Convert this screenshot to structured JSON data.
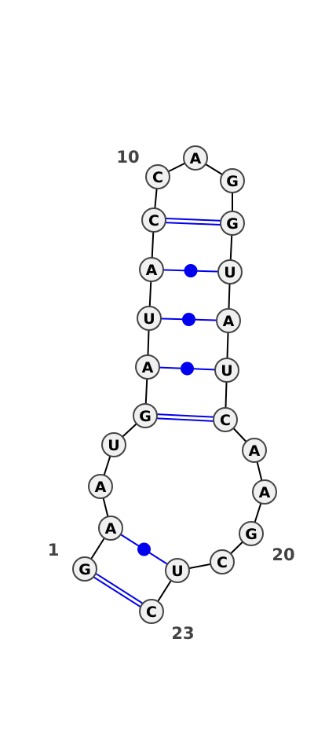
{
  "diagram": {
    "type": "rna-secondary-structure",
    "sequence": [
      "G",
      "A",
      "A",
      "U",
      "G",
      "A",
      "U",
      "A",
      "C",
      "C",
      "A",
      "G",
      "G",
      "U",
      "A",
      "U",
      "C",
      "A",
      "A",
      "G",
      "C",
      "U",
      "C"
    ],
    "position_labels": [
      {
        "text": "1",
        "index": 1
      },
      {
        "text": "10",
        "index": 10
      },
      {
        "text": "20",
        "index": 20
      },
      {
        "text": "23",
        "index": 23
      }
    ],
    "pairs": [
      {
        "i": 1,
        "j": 23,
        "type": "canonical"
      },
      {
        "i": 2,
        "j": 22,
        "type": "noncanonical"
      },
      {
        "i": 5,
        "j": 17,
        "type": "canonical"
      },
      {
        "i": 6,
        "j": 16,
        "type": "noncanonical"
      },
      {
        "i": 7,
        "j": 15,
        "type": "noncanonical"
      },
      {
        "i": 8,
        "j": 14,
        "type": "noncanonical"
      },
      {
        "i": 9,
        "j": 13,
        "type": "canonical"
      }
    ],
    "colors": {
      "node_fill": "#f0f0f0",
      "node_stroke": "#444444",
      "backbone": "#000000",
      "pair": "#0000ee",
      "text": "#000000",
      "number": "#444444"
    }
  }
}
